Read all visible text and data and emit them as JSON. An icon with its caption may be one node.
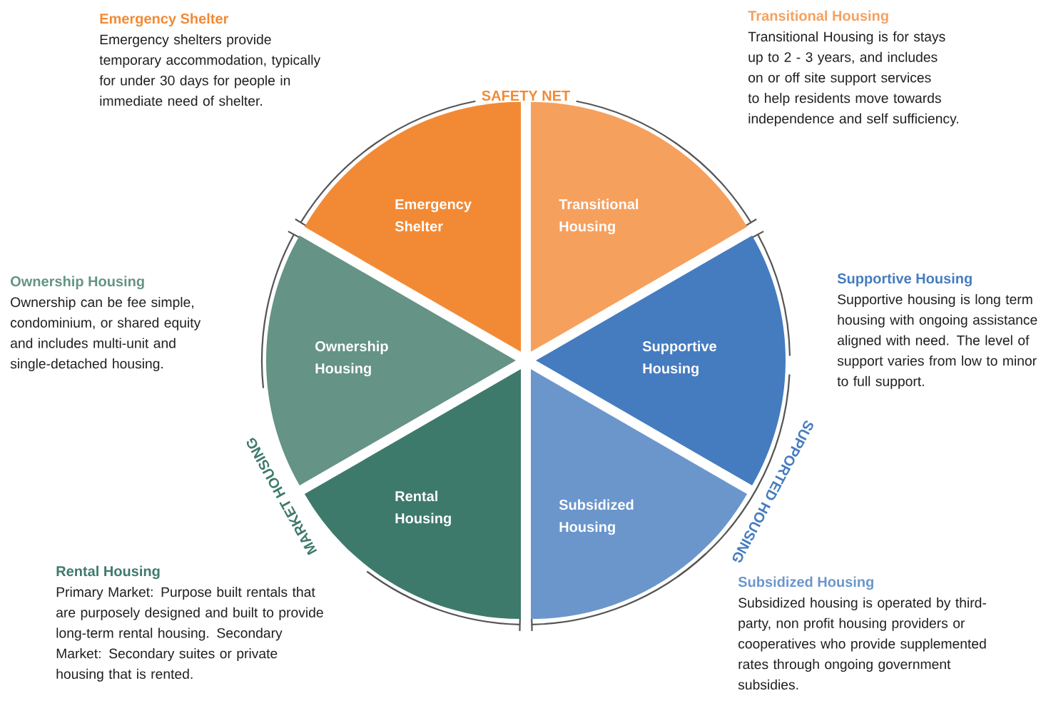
{
  "diagram": {
    "nodes": [
      {
        "text": [
          "Emergency Shelter"
        ]
      },
      {
        "text": [
          "Transitional Housing"
        ]
      },
      {
        "text": [
          "Ownership Housing"
        ]
      },
      {
        "text": [
          "Supportive Housing"
        ]
      },
      {
        "text": [
          "Rental Housing"
        ]
      },
      {
        "text": [
          "Subsidized Housing"
        ]
      }
    ],
    "labels": [
      "Emergency Shelter",
      "Emergency shelters provide temporary accommodation, typically for under 30 days for people in immediate need of shelter.",
      "Transitional Housing",
      "Transitional Housing is for stays up to 2 - 3 years, and includes on or off site support services to help residents move towards independence and self sufficiency.",
      "SAFETY NET",
      "Ownership Housing",
      "Ownership can be fee simple, condominium, or shared equity and includes multi-unit and single-detached housing.",
      "Supportive Housing",
      "Supportive housing is long term housing with ongoing assistance aligned with need. The level of support varies from low to minor to full support.",
      "SUPPORTED HOUSING",
      "MARKET HOUSING",
      "Rental Housing",
      "Primary Market: Purpose built rentals that are purposely designed and built to provide long-term rental housing. Secondary Market: Secondary suites or private housing that is rented.",
      "Subsidized Housing",
      "Subsidized housing is operated by third-party, non profit housing providers or cooperatives who provide supplemented rates through ongoing government subsidies."
    ]
  }
}
